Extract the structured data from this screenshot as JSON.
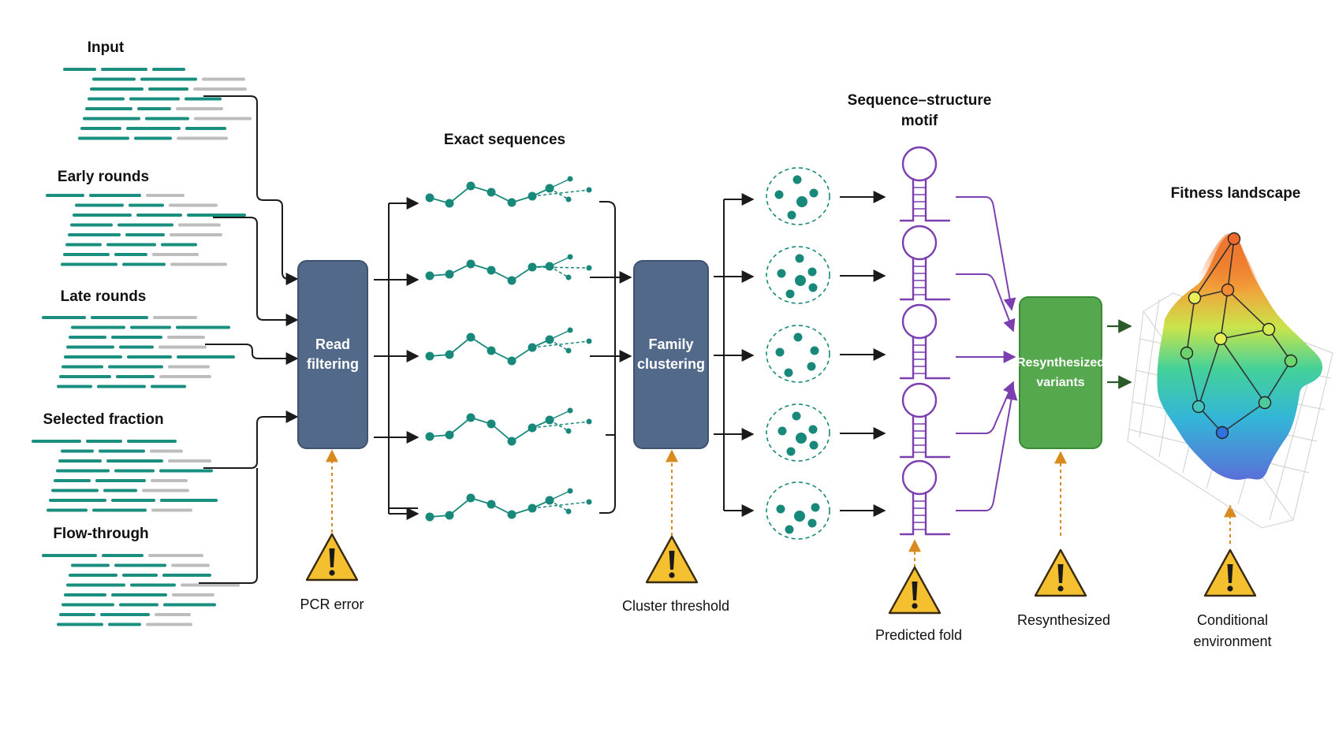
{
  "inputs": {
    "input": "Input",
    "early": "Early rounds",
    "late": "Late rounds",
    "selected": "Selected fraction",
    "flow": "Flow-through"
  },
  "headings": {
    "exact": "Exact sequences",
    "motif_line1": "Sequence–structure",
    "motif_line2": "motif",
    "fitness": "Fitness landscape"
  },
  "boxes": {
    "read_1": "Read",
    "read_2": "filtering",
    "family_1": "Family",
    "family_2": "clustering",
    "resyn_1": "Resynthesized",
    "resyn_2": "variants"
  },
  "cautions": {
    "pcr": "PCR error",
    "cluster": "Cluster threshold",
    "fold": "Predicted fold",
    "resyn": "Resynthesized",
    "cond_1": "Conditional",
    "cond_2": "environment"
  },
  "colors": {
    "teal": "#17887a",
    "teal_read": "#1a8f80",
    "grey_read": "#bdbdbd",
    "box": "#52698a",
    "purple": "#7b3fb0",
    "green": "#55a84e",
    "warning": "#f5c030",
    "dash": "#d98a1e",
    "arrow_dark_green": "#2d5a2a"
  },
  "icons": [
    "warning-icon",
    "hairpin-icon",
    "cluster-icon",
    "sequence-network-icon",
    "read-lines-icon",
    "fitness-surface"
  ]
}
